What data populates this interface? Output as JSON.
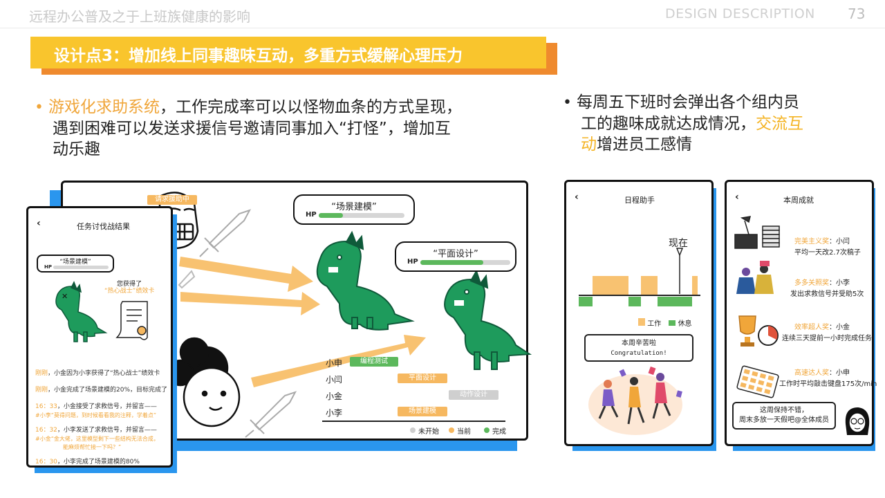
{
  "header": {
    "title": "远程办公普及之于上班族健康的影响",
    "section": "DESIGN DESCRIPTION",
    "page": "73"
  },
  "banner": {
    "text": "设计点3：增加线上同事趣味互动，多重方式缓解心理压力"
  },
  "bullet_left": {
    "highlight": "游戏化求助系统",
    "line1_rest": "，工作完成率可以以怪物血条的方式呈现，",
    "line2": "遇到困难可以发送求援信号邀请同事加入“打怪”，增加互",
    "line3": "动乐趣"
  },
  "bullet_right": {
    "line1": "每周五下班时会弹出各个组内员",
    "line2_a": "工的趣味成就达成情况，",
    "line2_b": "交流互",
    "line3_a": "动",
    "line3_b": "增进员工感情"
  },
  "battle": {
    "help_badge": "请求援助中",
    "monster1": {
      "name": "“场景建模”",
      "hp_label": "HP",
      "hp": 0.28
    },
    "monster2": {
      "name": "“平面设计”",
      "hp_label": "HP",
      "hp": 0.7
    },
    "rows": [
      {
        "name": "小申",
        "task": "编程测试",
        "status": "done"
      },
      {
        "name": "小闫",
        "task": "平面设计",
        "status": "current"
      },
      {
        "name": "小金",
        "task": "动作设计",
        "status": "pending"
      },
      {
        "name": "小李",
        "task": "场景建模",
        "status": "current"
      }
    ],
    "legend": [
      {
        "label": "未开始",
        "color": "#cfcfcf"
      },
      {
        "label": "当前",
        "color": "#f6b860"
      },
      {
        "label": "完成",
        "color": "#5cb85c"
      }
    ]
  },
  "phone_result": {
    "title": "任务讨伐战结果",
    "monster": {
      "name": "“场景建模”",
      "hp_label": "HP",
      "hp": 0.0
    },
    "reward_line1": "您获得了",
    "reward_line2": "“热心战士”绩效卡",
    "messages": [
      {
        "time": "刚刚",
        "text": "，小金因为小李获得了“热心战士”绩效卡"
      },
      {
        "time": "刚刚",
        "text": "，小金完成了场景建模的20%，目标完成了"
      },
      {
        "time": "16：33",
        "text": "，小金接受了求救信号，并留言——",
        "sub": "#小李“莫得问题，到时候看看我的注释，学着点”"
      },
      {
        "time": "16：32",
        "text": "，小李发送了求救信号，并留言——",
        "sub": "#小金“金大佬，这里模型剩下一些结构无法合成，",
        "sub2": "能麻烦帮忙接一下吗？”"
      },
      {
        "time": "16：30",
        "text": "，小李完成了场景建模的80%"
      }
    ]
  },
  "phone_schedule": {
    "title": "日程助手",
    "now_label": "现在",
    "legend": [
      {
        "label": "工作",
        "color": "#f6b860"
      },
      {
        "label": "休息",
        "color": "#5cb85c"
      }
    ],
    "bubble_line1": "本周辛苦啦",
    "bubble_line2": "Congratulation!"
  },
  "phone_achievements": {
    "title": "本周成就",
    "items": [
      {
        "title": "完美主义奖",
        "person": "：小闫",
        "desc": "平均一天改2.7次稿子"
      },
      {
        "title": "多多关照奖",
        "person": "：小李",
        "desc": "发出求救信号并受助5次"
      },
      {
        "title": "效率超人奖",
        "person": "：小金",
        "desc": "连续三天提前一小时完成任务"
      },
      {
        "title": "高速达人奖",
        "person": "：小申",
        "desc": "工作时平均敲击键盘175次/min"
      }
    ],
    "bubble_line1": "这周保持不错，",
    "bubble_line2": "周末多放一天假吧@全体成员"
  },
  "colors": {
    "banner": "#f9c52d",
    "banner_shadow": "#ef8a2e",
    "accent_blue": "#2a96ee",
    "highlight_orange": "#f0a63a",
    "dino_green": "#1e9b5c"
  }
}
